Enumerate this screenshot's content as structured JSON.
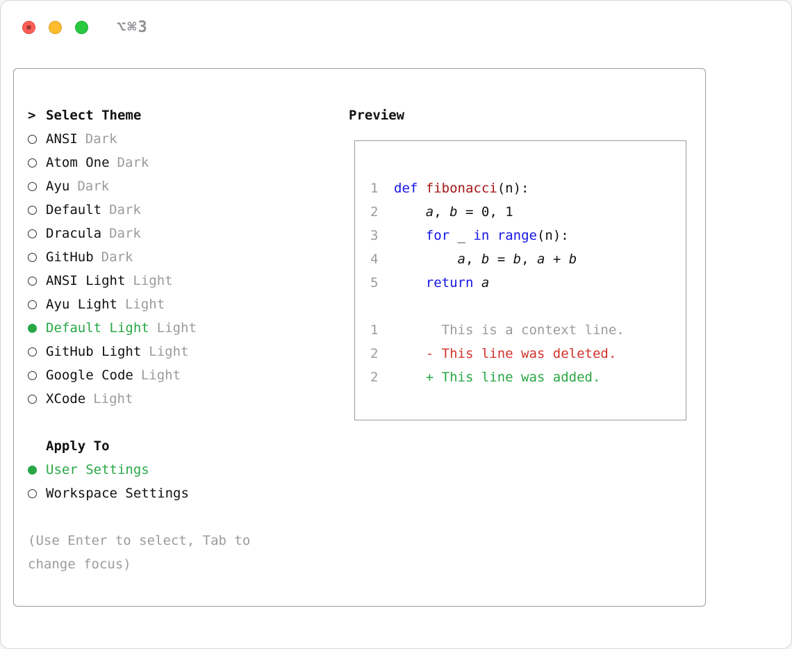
{
  "titlebar": {
    "shortcut": "⌥⌘3"
  },
  "panel": {
    "select_theme": {
      "header_prefix": ">",
      "header": "Select Theme",
      "themes": [
        {
          "label": "ANSI",
          "variant": "Dark",
          "selected": false
        },
        {
          "label": "Atom One",
          "variant": "Dark",
          "selected": false
        },
        {
          "label": "Ayu",
          "variant": "Dark",
          "selected": false
        },
        {
          "label": "Default",
          "variant": "Dark",
          "selected": false
        },
        {
          "label": "Dracula",
          "variant": "Dark",
          "selected": false
        },
        {
          "label": "GitHub",
          "variant": "Dark",
          "selected": false
        },
        {
          "label": "ANSI Light",
          "variant": "Light",
          "selected": false
        },
        {
          "label": "Ayu Light",
          "variant": "Light",
          "selected": false
        },
        {
          "label": "Default Light",
          "variant": "Light",
          "selected": true
        },
        {
          "label": "GitHub Light",
          "variant": "Light",
          "selected": false
        },
        {
          "label": "Google Code",
          "variant": "Light",
          "selected": false
        },
        {
          "label": "XCode",
          "variant": "Light",
          "selected": false
        }
      ]
    },
    "apply_to": {
      "header": "Apply To",
      "options": [
        {
          "label": "User Settings",
          "selected": true
        },
        {
          "label": "Workspace Settings",
          "selected": false
        }
      ]
    },
    "hint": "(Use Enter to select, Tab to change focus)"
  },
  "preview": {
    "header": "Preview",
    "code_lines": [
      {
        "num": "1",
        "tokens": [
          {
            "text": "def ",
            "style": "kw"
          },
          {
            "text": "fibonacci",
            "style": "fn"
          },
          {
            "text": "(n):"
          }
        ]
      },
      {
        "num": "2",
        "tokens": [
          {
            "text": "    "
          },
          {
            "text": "a",
            "style": "var"
          },
          {
            "text": ", "
          },
          {
            "text": "b",
            "style": "var"
          },
          {
            "text": " = 0, 1"
          }
        ]
      },
      {
        "num": "3",
        "tokens": [
          {
            "text": "    "
          },
          {
            "text": "for",
            "style": "kw"
          },
          {
            "text": " _ "
          },
          {
            "text": "in",
            "style": "kw"
          },
          {
            "text": " "
          },
          {
            "text": "range",
            "style": "kw"
          },
          {
            "text": "(n):"
          }
        ]
      },
      {
        "num": "4",
        "tokens": [
          {
            "text": "        "
          },
          {
            "text": "a",
            "style": "var"
          },
          {
            "text": ", "
          },
          {
            "text": "b",
            "style": "var"
          },
          {
            "text": " = "
          },
          {
            "text": "b",
            "style": "var"
          },
          {
            "text": ", "
          },
          {
            "text": "a",
            "style": "var"
          },
          {
            "text": " + "
          },
          {
            "text": "b",
            "style": "var"
          }
        ]
      },
      {
        "num": "5",
        "tokens": [
          {
            "text": "    "
          },
          {
            "text": "return",
            "style": "kw"
          },
          {
            "text": " "
          },
          {
            "text": "a",
            "style": "var"
          }
        ]
      },
      {
        "num": "",
        "tokens": []
      },
      {
        "num": "1",
        "tokens": [
          {
            "text": "      This is a context line.",
            "style": "ctx"
          }
        ]
      },
      {
        "num": "2",
        "tokens": [
          {
            "text": "    - This line was deleted.",
            "style": "del"
          }
        ]
      },
      {
        "num": "2",
        "tokens": [
          {
            "text": "    + This line was added.",
            "style": "add"
          }
        ]
      }
    ]
  },
  "colors": {
    "text": "#111111",
    "muted": "#9b9b9b",
    "muted2": "#8e8e93",
    "keyword": "#1414e6",
    "function_name": "#a31515",
    "accent_green": "#28a745",
    "diff_red": "#d0342c",
    "panel_border": "#9a9a9a",
    "traffic_red": "#ff5f57",
    "traffic_yellow": "#febc2e",
    "traffic_green": "#28c840"
  }
}
